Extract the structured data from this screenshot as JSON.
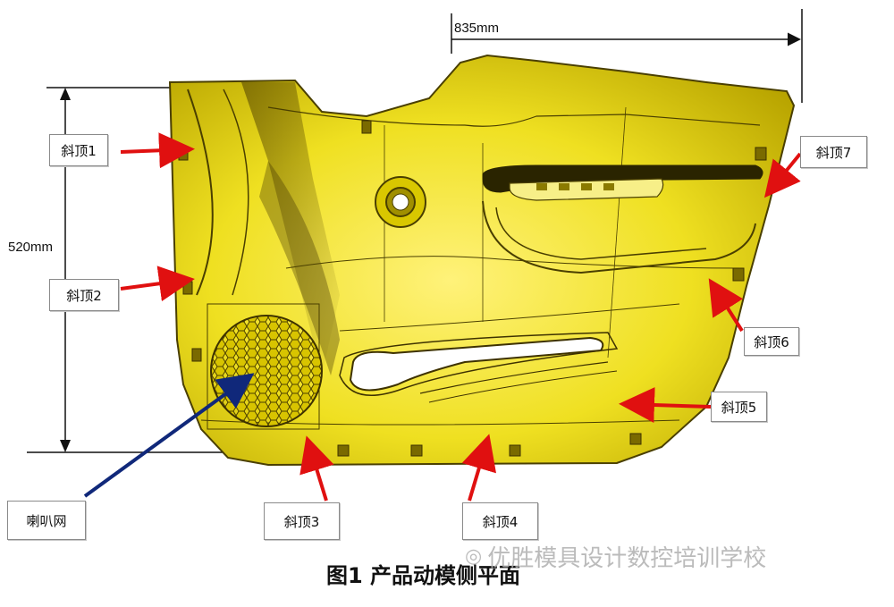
{
  "dimensions": {
    "width_label": "835mm",
    "height_label": "520mm"
  },
  "callouts": {
    "lifter1": "斜顶1",
    "lifter2": "斜顶2",
    "lifter3": "斜顶3",
    "lifter4": "斜顶4",
    "lifter5": "斜顶5",
    "lifter6": "斜顶6",
    "lifter7": "斜顶7",
    "speaker_grille": "喇叭网"
  },
  "caption": "图1 产品动模侧平面",
  "watermark": "优胜模具设计数控培训学校",
  "colors": {
    "part_yellow": "#f2e61e",
    "part_dark": "#6b5a00",
    "arrow_red": "#e01010",
    "arrow_blue": "#10287a"
  }
}
